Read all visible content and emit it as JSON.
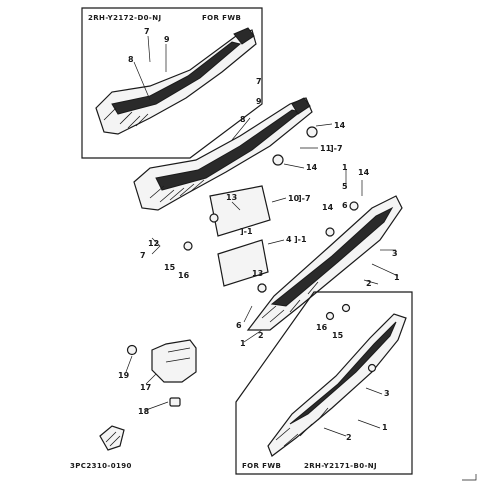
{
  "inset_top": {
    "code": "2RH-Y2172-D0-NJ",
    "note": "FOR FWB"
  },
  "inset_bottom": {
    "code": "2RH-Y2171-B0-NJ",
    "note": "FOR FWB"
  },
  "page_code": "3PC2310-0190",
  "brackets": {
    "b7a": "]-7",
    "b1a": "]-1",
    "b10": "10",
    "b7b": "]-7",
    "b4": "4",
    "b1b": "]-1"
  },
  "callouts": {
    "c7a": "7",
    "c9a": "9",
    "c8a": "8",
    "c7b": "7",
    "c9b": "9",
    "c8b": "8",
    "c14a": "14",
    "c11": "11",
    "c14b": "14",
    "c1a": "1",
    "c5": "5",
    "c6a": "6",
    "c14c": "14",
    "c14d": "14",
    "c13a": "13",
    "c12": "12",
    "c7c": "7",
    "c15a": "15",
    "c16a": "16",
    "c3a": "3",
    "c2a": "2",
    "c1b": "1",
    "c13b": "13",
    "c6b": "6",
    "c2b": "2",
    "c1c": "1",
    "c16b": "16",
    "c15b": "15",
    "c19": "19",
    "c17": "17",
    "c18": "18",
    "c3b": "3",
    "c1d": "1",
    "c2c": "2"
  }
}
